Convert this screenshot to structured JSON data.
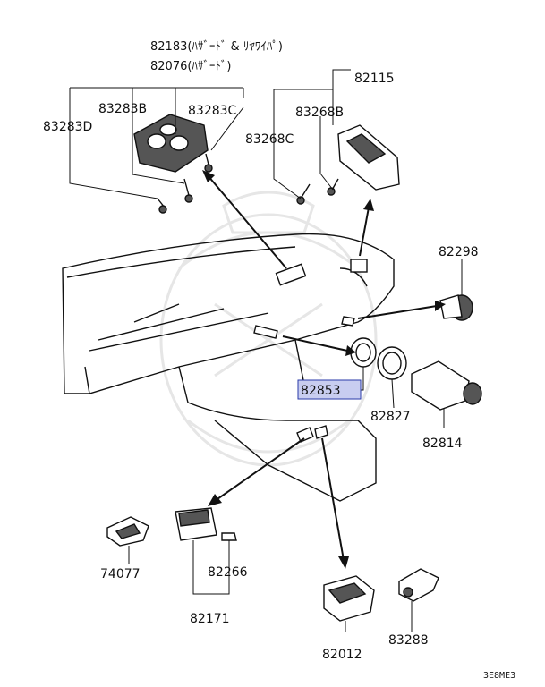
{
  "labels": {
    "l82183": "82183(ﾊｻﾞｰﾄﾞ & ﾘﾔﾜｲﾊﾟ)",
    "l82076": "82076(ﾊｻﾞｰﾄﾞ)",
    "l83283B": "83283B",
    "l83283C": "83283C",
    "l83283D": "83283D",
    "l82115": "82115",
    "l83268B": "83268B",
    "l83268C": "83268C",
    "l82298": "82298",
    "l82853": "82853",
    "l82827": "82827",
    "l82814": "82814",
    "l74077": "74077",
    "l82266": "82266",
    "l82171": "82171",
    "l82012": "82012",
    "l83288": "83288",
    "code": "3E8ME3"
  },
  "highlight_color": "#c8cdf0",
  "highlight_border": "#2a3aa8"
}
